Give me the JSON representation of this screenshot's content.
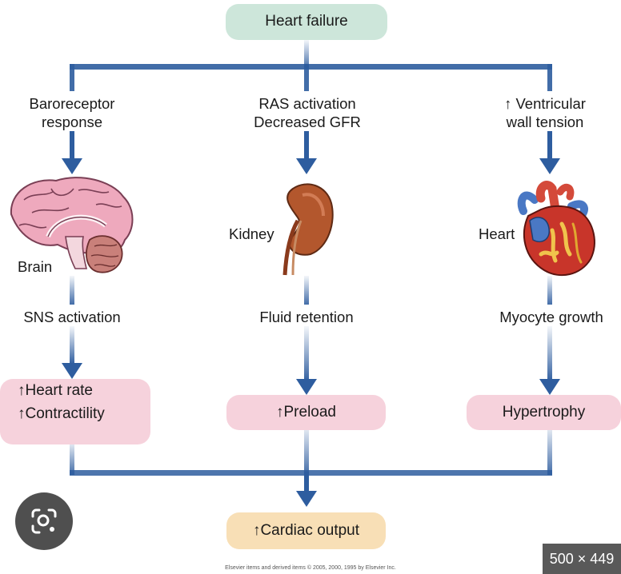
{
  "diagram": {
    "top_box": "Heart failure",
    "left_branch": {
      "trigger": [
        "Baroreceptor",
        "response"
      ],
      "organ": "Brain",
      "activation": "SNS activation",
      "result_lines": [
        "↑Heart rate",
        "↑Contractility"
      ]
    },
    "middle_branch": {
      "trigger": [
        "RAS activation",
        "Decreased GFR"
      ],
      "organ": "Kidney",
      "activation": "Fluid retention",
      "result": "↑Preload"
    },
    "right_branch": {
      "trigger": [
        "↑ Ventricular",
        "wall tension"
      ],
      "organ": "Heart",
      "activation": "Myocyte growth",
      "result": "Hypertrophy"
    },
    "bottom_box": "↑Cardiac output",
    "credit": "Elsevier items and derived items © 2005, 2000, 1995 by Elsevier Inc."
  },
  "overlay": {
    "size_badge": "500 × 449",
    "lens_icon": "lens-search-icon"
  },
  "colors": {
    "arrow": "#2e5d9f",
    "top_box": "#cde6da",
    "result_box": "#f6d2dc",
    "output_box": "#f8dfb6"
  }
}
